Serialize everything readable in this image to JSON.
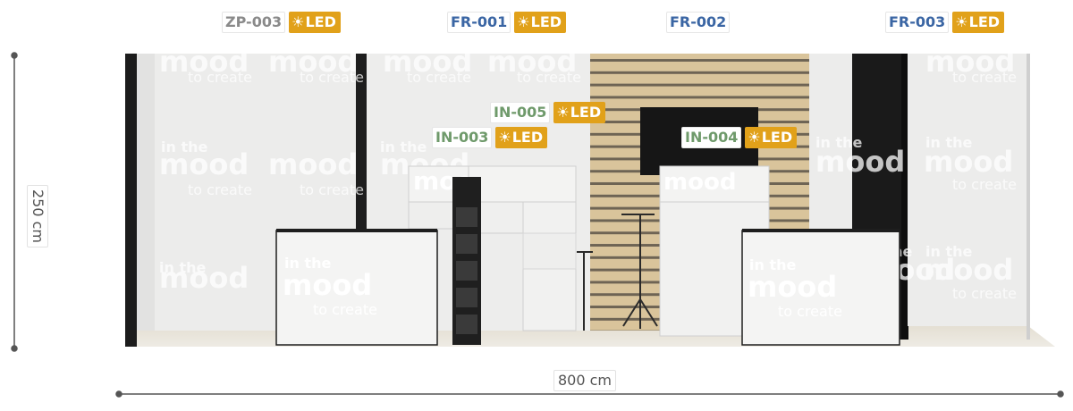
{
  "dimensions": {
    "height": "250 cm",
    "width": "800 cm"
  },
  "led_label": "LED",
  "sun_glyph": "☀",
  "watermark": {
    "line1": "in the",
    "line2": "mood",
    "line3": "to create"
  },
  "tags": {
    "zp003": {
      "code": "ZP-003",
      "led": true
    },
    "fr001": {
      "code": "FR-001",
      "led": true
    },
    "fr002": {
      "code": "FR-002",
      "led": false
    },
    "fr003": {
      "code": "FR-003",
      "led": true
    },
    "in005": {
      "code": "IN-005",
      "led": true
    },
    "in003": {
      "code": "IN-003",
      "led": true
    },
    "in004": {
      "code": "IN-004",
      "led": true
    }
  },
  "colors": {
    "led_badge": "#e1a11a",
    "code_grey": "#8a8a8a",
    "code_blue": "#3b66a4",
    "code_green": "#6f9a6b",
    "wall": "#ececeb",
    "counter": "#f2f2f1",
    "wood_slat": "#d8c39a",
    "frame": "#1c1c1c",
    "floor": "#e8e3d8"
  }
}
